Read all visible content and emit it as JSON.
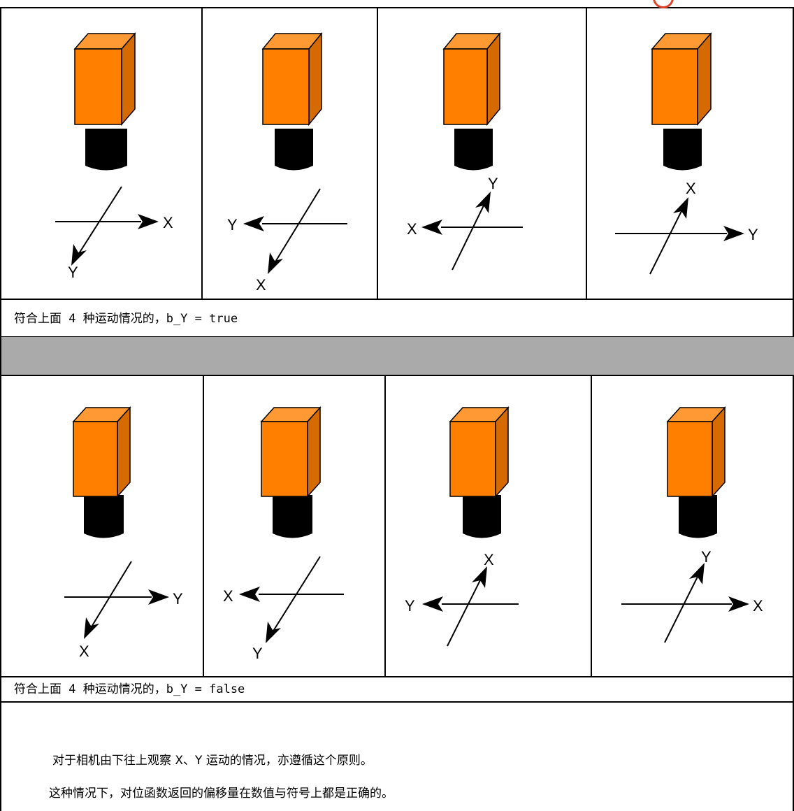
{
  "captions": {
    "true_case": "符合上面 4 种运动情况的，b_Y = true",
    "false_case": "符合上面 4 种运动情况的，b_Y = false"
  },
  "notes": {
    "line1": "对于相机由下往上观察 X、Y 运动的情况，亦遵循这个原则。",
    "line2": "这种情况下，对位函数返回的偏移量在数值与符号上都是正确的。"
  },
  "colors": {
    "camera_front": "#ff8000",
    "camera_side": "#d46a00",
    "camera_top": "#ff9933",
    "lens": "#000000",
    "band": "#aaaaaa"
  },
  "rows": [
    {
      "name": "b_Y-true-row",
      "cells": [
        {
          "horizontal_arrow": "right",
          "horizontal_label": "X",
          "diagonal_arrow": "down-left",
          "diagonal_label": "Y"
        },
        {
          "horizontal_arrow": "left",
          "horizontal_label": "Y",
          "diagonal_arrow": "down-left",
          "diagonal_label": "X"
        },
        {
          "horizontal_arrow": "left",
          "horizontal_label": "X",
          "diagonal_arrow": "up-right",
          "diagonal_label": "Y"
        },
        {
          "horizontal_arrow": "right",
          "horizontal_label": "Y",
          "diagonal_arrow": "up-right",
          "diagonal_label": "X"
        }
      ]
    },
    {
      "name": "b_Y-false-row",
      "cells": [
        {
          "horizontal_arrow": "right",
          "horizontal_label": "Y",
          "diagonal_arrow": "down-left",
          "diagonal_label": "X"
        },
        {
          "horizontal_arrow": "left",
          "horizontal_label": "X",
          "diagonal_arrow": "down-left",
          "diagonal_label": "Y"
        },
        {
          "horizontal_arrow": "left",
          "horizontal_label": "Y",
          "diagonal_arrow": "up-right",
          "diagonal_label": "X"
        },
        {
          "horizontal_arrow": "right",
          "horizontal_label": "X",
          "diagonal_arrow": "up-right",
          "diagonal_label": "Y"
        }
      ]
    }
  ]
}
